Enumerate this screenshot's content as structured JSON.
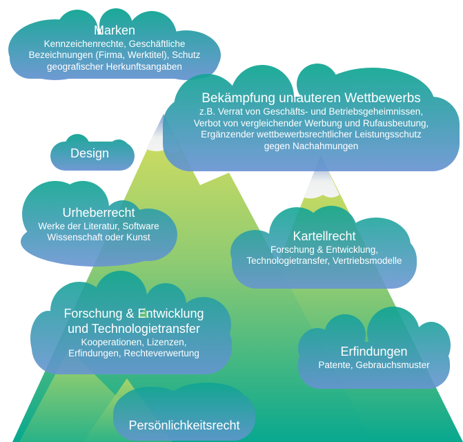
{
  "colors": {
    "mountain_top": "#d6de5e",
    "mountain_bottom": "#08a88f",
    "cloud_top": "#0fa592",
    "cloud_bottom": "#6a94d3",
    "text": "#ffffff"
  },
  "clouds": [
    {
      "title": "Marken",
      "lines": [
        "Kennzeichenrechte, Geschäftliche",
        "Bezeichnungen (Firma, Werktitel), Schutz",
        "geografischer Herkunftsangaben"
      ]
    },
    {
      "title": "Bekämpfung unlauteren Wettbewerbs",
      "lines": [
        "z.B. Verrat von Geschäfts- und Betriebsgeheimnissen,",
        "Verbot von vergleichender Werbung und Rufausbeutung,",
        "Ergänzender wettbewerbsrechtlicher Leistungsschutz",
        "gegen Nachahmungen"
      ]
    },
    {
      "title": "Design",
      "lines": []
    },
    {
      "title": "Urheberrecht",
      "lines": [
        "Werke der Literatur, Software",
        "Wissenschaft oder Kunst"
      ]
    },
    {
      "title": "Kartellrecht",
      "lines": [
        "Forschung & Entwicklung,",
        "Technologietransfer, Vertriebsmodelle"
      ]
    },
    {
      "title": "Forschung & Entwicklung",
      "title2": "und Technologietransfer",
      "lines": [
        "Kooperationen, Lizenzen,",
        "Erfindungen, Rechteverwertung"
      ]
    },
    {
      "title": "Erfindungen",
      "lines": [
        "Patente, Gebrauchsmuster"
      ]
    },
    {
      "title": "Persönlichkeitsrecht",
      "lines": []
    }
  ]
}
